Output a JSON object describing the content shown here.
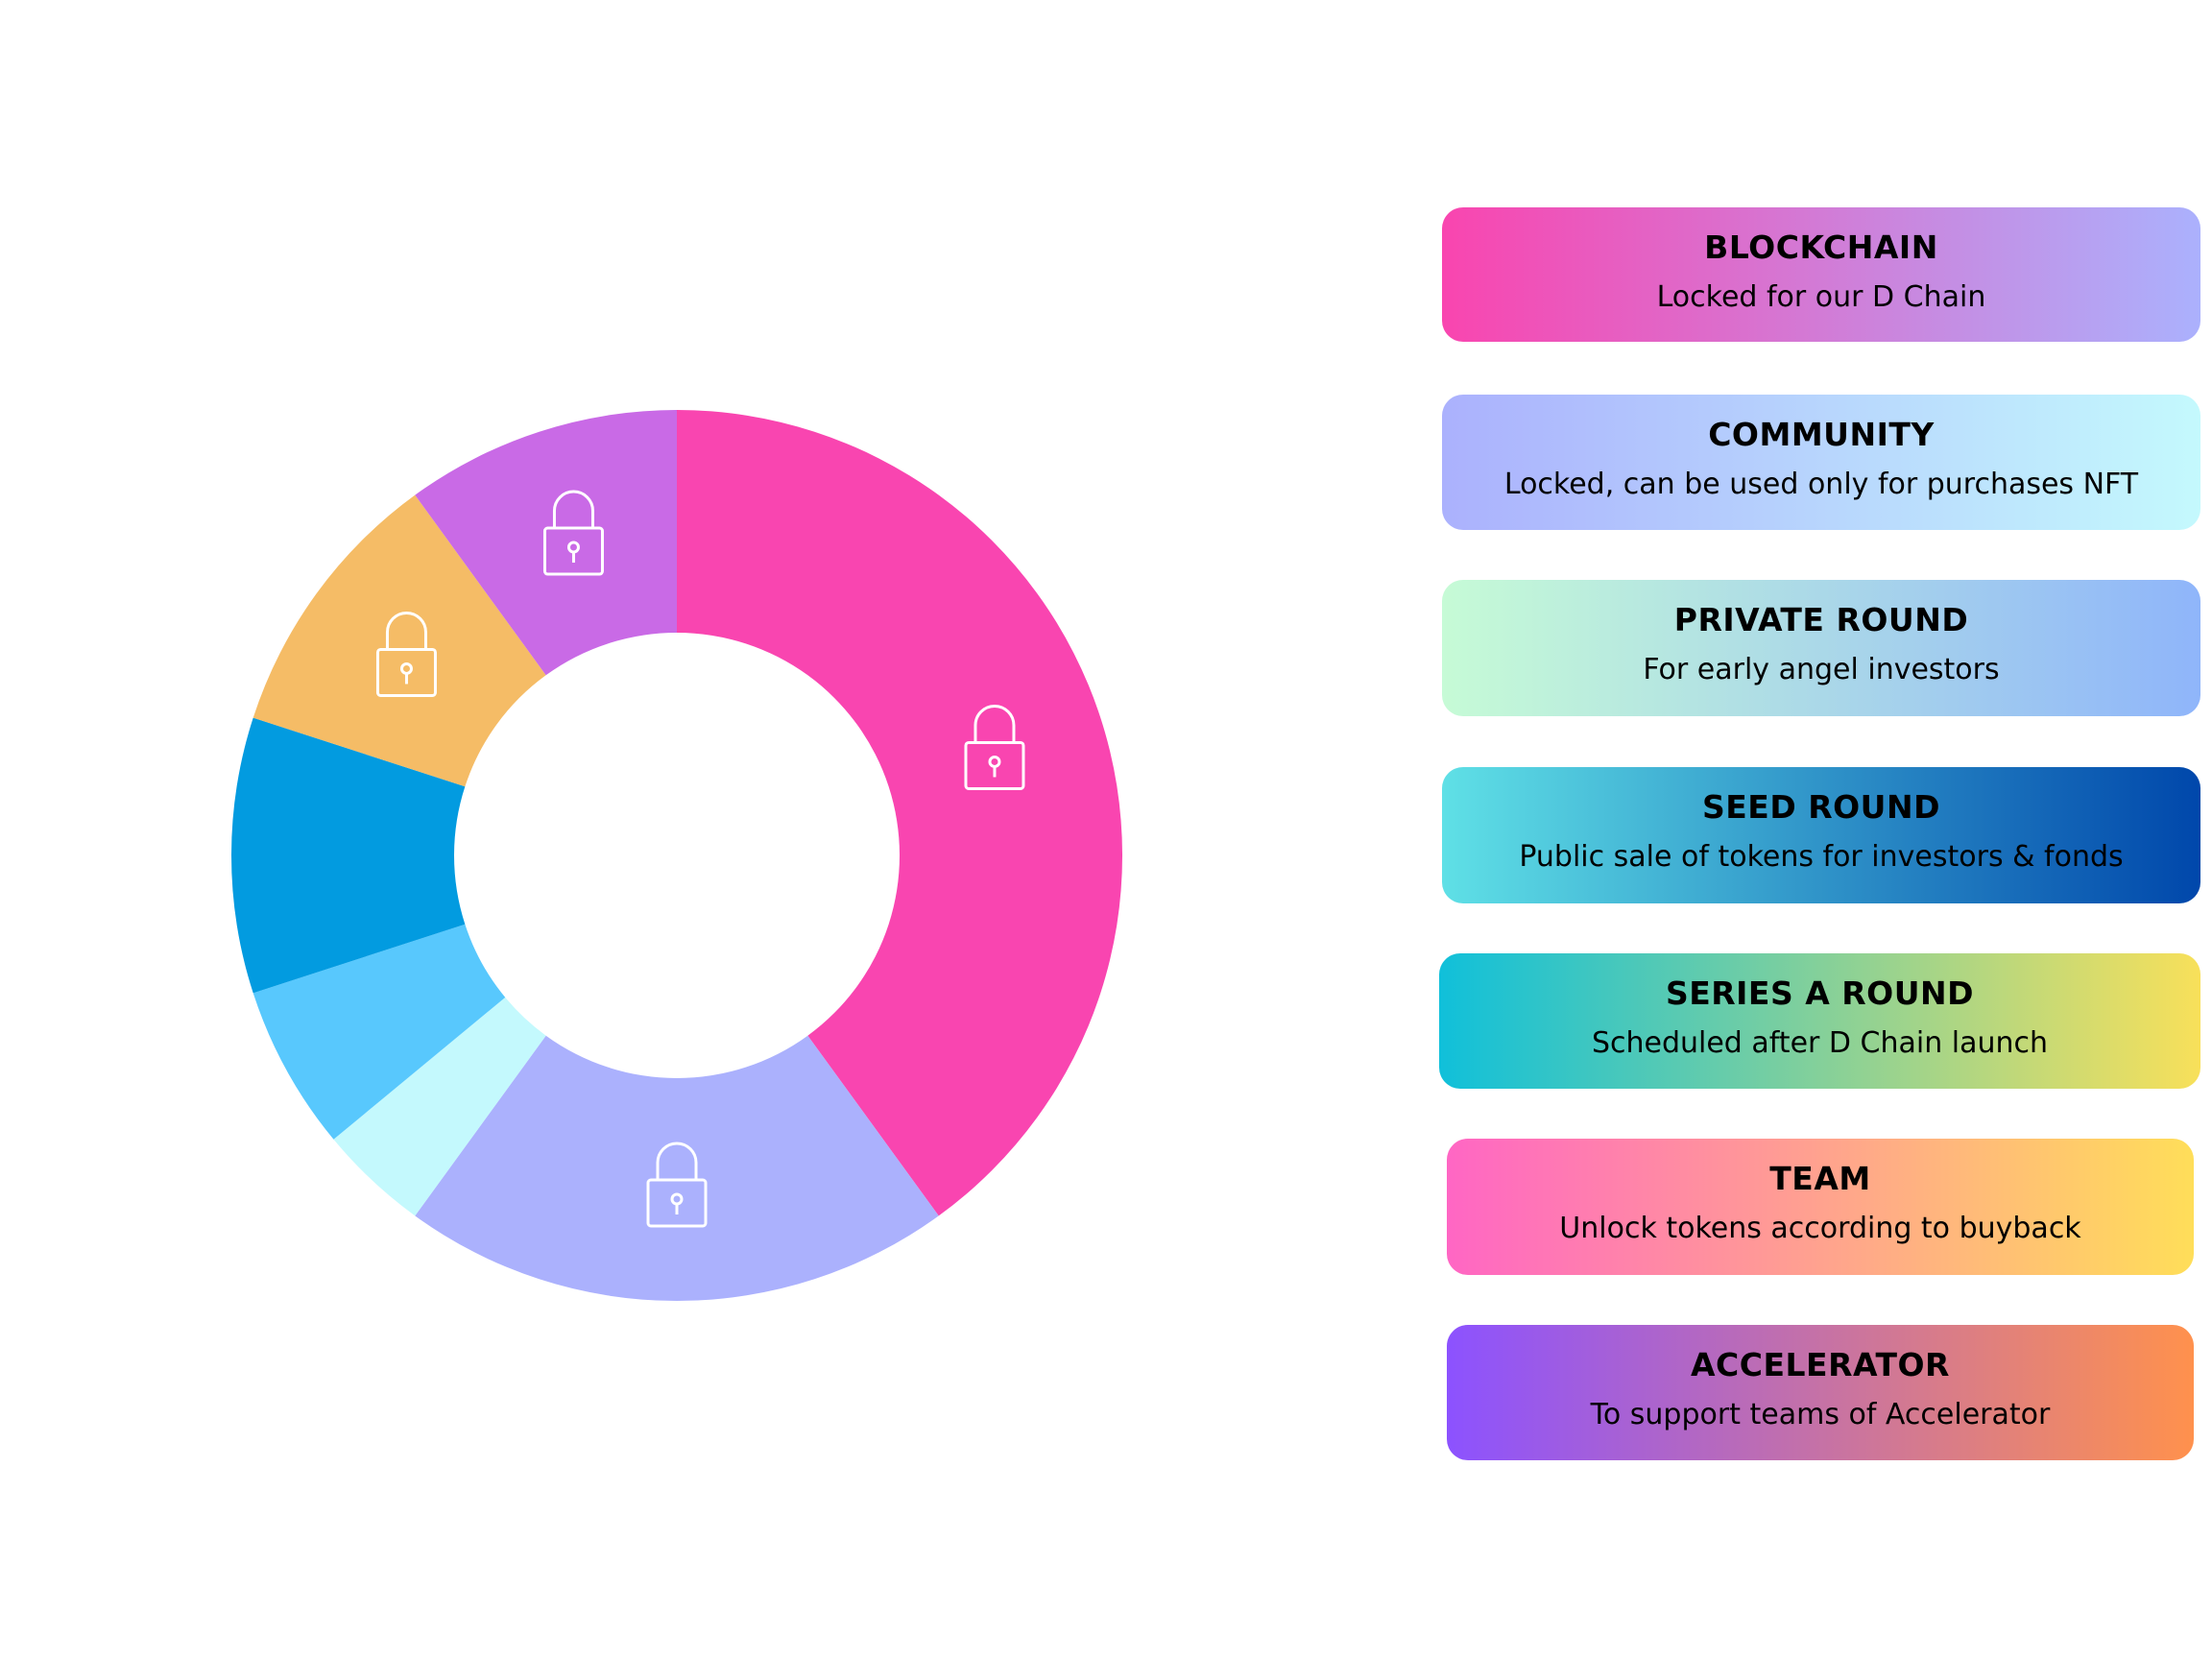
{
  "chart_data": {
    "type": "pie",
    "variant": "donut",
    "title": "",
    "slices": [
      {
        "name": "BLOCKCHAIN",
        "value": 40,
        "color": "#F945B0",
        "locked": true
      },
      {
        "name": "COMMUNITY",
        "value": 20,
        "color": "#ABB1FD",
        "locked": true
      },
      {
        "name": "PRIVATE ROUND",
        "value": 4,
        "color": "#C4F9FD",
        "locked": false
      },
      {
        "name": "SEED ROUND",
        "value": 6,
        "color": "#58C8FD",
        "locked": false
      },
      {
        "name": "SERIES A ROUND",
        "value": 10,
        "color": "#029BE0",
        "locked": false
      },
      {
        "name": "TEAM",
        "value": 10,
        "color": "#F5BC66",
        "locked": true
      },
      {
        "name": "ACCELERATOR",
        "value": 10,
        "color": "#C96AE6",
        "locked": true
      }
    ],
    "legend": [
      {
        "title": "BLOCKCHAIN",
        "desc": "Locked for our D Chain",
        "from": "#F945AF",
        "to": "#ABB1FD"
      },
      {
        "title": "COMMUNITY",
        "desc": "Locked, can be used only for purchases NFT",
        "from": "#ABB1FD",
        "to": "#C4F9FD"
      },
      {
        "title": "PRIVATE ROUND",
        "desc": "For early angel investors",
        "from": "#C6FBD6",
        "to": "#8FB5FA"
      },
      {
        "title": "SEED ROUND",
        "desc": "Public sale of tokens for investors & fonds",
        "from": "#5FE0E6",
        "to": "#0047AB"
      },
      {
        "title": "SERIES A ROUND",
        "desc": "Scheduled after D Chain launch",
        "from": "#10C0DA",
        "to": "#F8E05A"
      },
      {
        "title": "TEAM",
        "desc": "Unlock tokens according to buyback",
        "from": "#FF66C4",
        "to": "#FFDE59"
      },
      {
        "title": "ACCELERATOR",
        "desc": "To support teams of Accelerator",
        "from": "#8C52FF",
        "to": "#FF914D"
      }
    ],
    "legend_position": "right"
  }
}
